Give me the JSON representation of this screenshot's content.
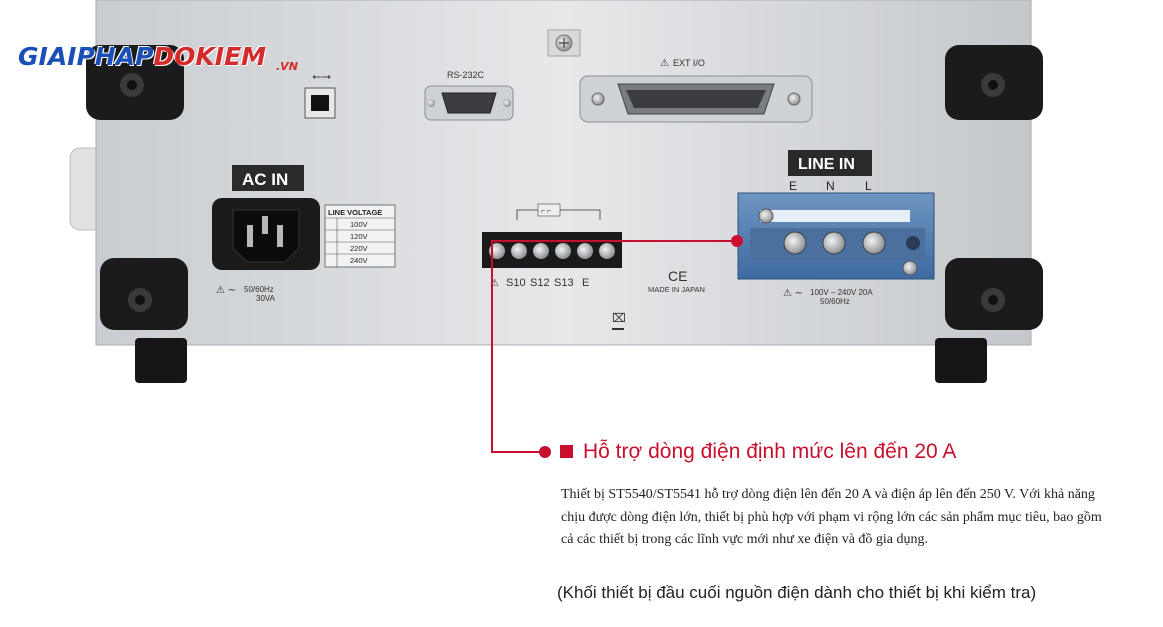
{
  "brand": {
    "logo_text_left": "GIAIPHAP",
    "logo_text_right": "DOKIEM",
    "logo_suffix": ".VN",
    "colors": {
      "blue": "#1a4fb8",
      "red": "#d42a2a"
    }
  },
  "device_labels": {
    "rs232c": "RS-232C",
    "ext_io": "EXT I/O",
    "ac_in": "AC IN",
    "line_voltage_title": "LINE VOLTAGE",
    "line_voltage_options": [
      "100V",
      "120V",
      "220V",
      "240V"
    ],
    "ac_rating_freq": "50/60Hz",
    "ac_rating_power": "30VA",
    "line_in": "LINE IN",
    "line_in_terminals": [
      "E",
      "N",
      "L"
    ],
    "line_in_rating": "100V – 240V 20A",
    "line_in_freq": "50/60Hz",
    "terminal_labels": [
      "S10",
      "S12",
      "S13",
      "E"
    ],
    "ce_mark": "CE",
    "made_in": "MADE IN JAPAN"
  },
  "annotation": {
    "heading": "Hỗ trợ dòng điện định mức lên đến 20 A",
    "body": "Thiết bị ST5540/ST5541 hỗ trợ dòng điện lên đến 20 A và điện áp lên đến 250 V. Với khả năng chịu được dòng điện lớn, thiết bị phù hợp với phạm vi rộng lớn các sản phẩm mục tiêu, bao gồm cả các thiết bị trong các lĩnh vực mới như xe điện và đồ gia dụng.",
    "caption": "(Khối thiết bị đầu cuối nguồn điện dành cho thiết bị khi kiểm tra)",
    "accent_color": "#c8102e"
  }
}
